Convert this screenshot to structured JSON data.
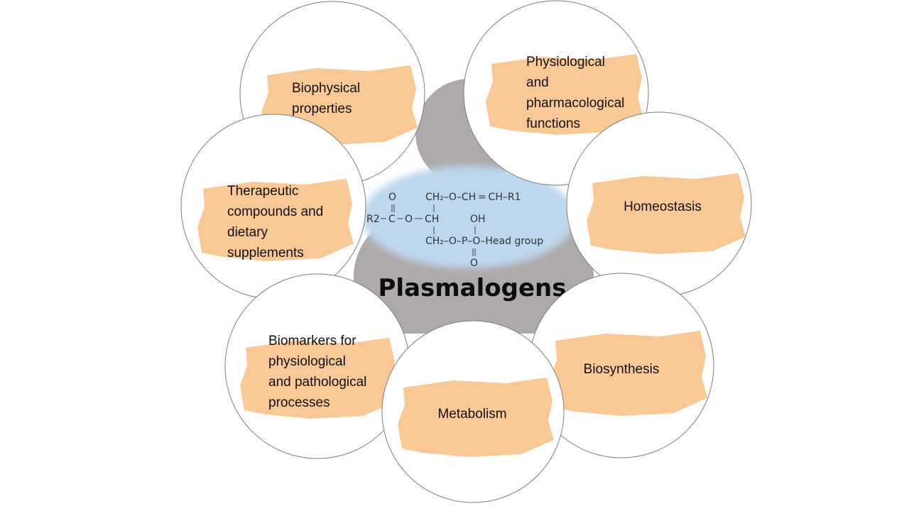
{
  "title": "Plasmalogens",
  "colors": {
    "figure": "#aeaaaa",
    "blob": "#f9c995",
    "halo": "#bdd7ee",
    "circle_stroke": "#7f7f7f",
    "circle_fill": "#ffffff"
  },
  "structure": {
    "top_o": "O",
    "r2": "R2",
    "c": "C",
    "o1": "O",
    "row1": "CH₂–O–CH = CH–R1",
    "ch": "CH",
    "oh": "OH",
    "row3": "CH₂–O–P–O–Head group",
    "bottom_o": "O"
  },
  "nodes": [
    {
      "id": "biophysical",
      "lines": [
        "Biophysical",
        "properties"
      ]
    },
    {
      "id": "physiological",
      "lines": [
        "Physiological",
        "and",
        "pharmacological",
        "functions"
      ]
    },
    {
      "id": "homeostasis",
      "lines": [
        "Homeostasis"
      ]
    },
    {
      "id": "biosynthesis",
      "lines": [
        "Biosynthesis"
      ]
    },
    {
      "id": "metabolism",
      "lines": [
        "Metabolism"
      ]
    },
    {
      "id": "biomarkers",
      "lines": [
        "Biomarkers for",
        "physiological",
        "and pathological",
        "processes"
      ]
    },
    {
      "id": "therapeutic",
      "lines": [
        "Therapeutic",
        "compounds and",
        "dietary",
        "supplements"
      ]
    }
  ]
}
